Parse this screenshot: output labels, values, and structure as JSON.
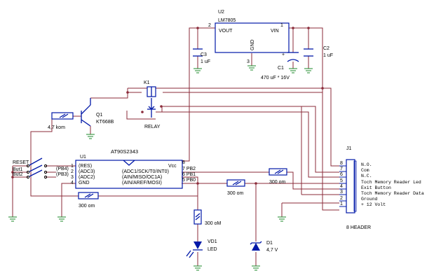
{
  "u2": {
    "ref": "U2",
    "part": "LM7805",
    "vout": "VOUT",
    "vin": "VIN",
    "gnd": "GND",
    "p1": "1",
    "p2": "2",
    "p3": "3"
  },
  "c3": {
    "ref": "C3",
    "val": "1 uF"
  },
  "c2": {
    "ref": "C2",
    "val": "1 uF"
  },
  "c1": {
    "ref": "C1",
    "val": "470 uF * 16V",
    "plus": "+"
  },
  "k1": {
    "ref": "K1",
    "label": "RELAY"
  },
  "q1": {
    "ref": "Q1",
    "part": "KT668B"
  },
  "r_base": "4,7 kom",
  "reset": "RESET",
  "but1": "But1",
  "but2": "But2",
  "u1": {
    "ref": "U1",
    "part": "AT90S2343",
    "left_pins": [
      "1",
      "2",
      "3",
      "4"
    ],
    "left_names": [
      "(RES)",
      "(ADC3)",
      "(ADC2)",
      "GND"
    ],
    "left_ext": [
      "",
      "(PB4)",
      "(PB3)",
      ""
    ],
    "right_pins": [
      "8",
      "7 PB2",
      "6 PB1",
      "5 PB0"
    ],
    "right_names": [
      "Vcc",
      "(ADC1/SCK/T0/INT0)",
      "(AIN/MISO/OC1A)",
      "(AIN/AREF/MOSI)"
    ]
  },
  "r_bottom": "300 om",
  "r_mid": "300 om",
  "r_top": "300 om",
  "r_led": "300 oM",
  "vd1": {
    "ref": "VD1",
    "label": "LED"
  },
  "d1": {
    "ref": "D1",
    "val": "4,7 V"
  },
  "j1": {
    "ref": "J1",
    "name": "8 HEADER",
    "pins": [
      "8",
      "7",
      "6",
      "5",
      "4",
      "3",
      "2",
      "1"
    ],
    "labels": [
      "N.O.",
      "Com",
      "N.C.",
      "Toch Memory Reader Led",
      "Exit Button",
      "Toch Memory Reader Data",
      "Ground",
      "+ 12 Volt"
    ]
  }
}
